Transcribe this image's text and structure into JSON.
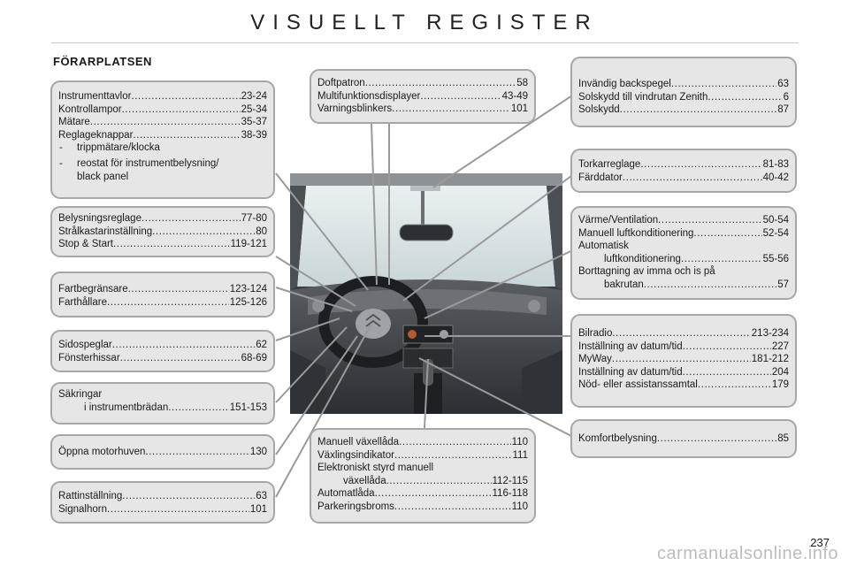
{
  "page": {
    "title": "VISUELLT REGISTER",
    "section": "FÖRARPLATSEN",
    "page_number": "237",
    "watermark": "carmanualsonline.info"
  },
  "boxes": {
    "instrument": {
      "rows": [
        {
          "label": "Instrumenttavlor",
          "page": "23-24"
        },
        {
          "label": "Kontrollampor",
          "page": "25-34"
        },
        {
          "label": "Mätare",
          "page": "35-37"
        },
        {
          "label": "Reglageknappar",
          "page": "38-39"
        }
      ],
      "bullets": [
        "trippmätare/klocka",
        "reostat för instrumentbelysning/",
        "black panel"
      ]
    },
    "lights": {
      "rows": [
        {
          "label": "Belysningsreglage",
          "page": "77-80"
        },
        {
          "label": "Strålkastarinställning",
          "page": "80"
        },
        {
          "label": "Stop & Start",
          "page": "119-121"
        }
      ]
    },
    "speed": {
      "rows": [
        {
          "label": "Fartbegränsare",
          "page": "123-124"
        },
        {
          "label": "Farthållare",
          "page": "125-126"
        }
      ]
    },
    "mirrors": {
      "rows": [
        {
          "label": "Sidospeglar",
          "page": "62"
        },
        {
          "label": "Fönsterhissar",
          "page": "68-69"
        }
      ]
    },
    "fuses": {
      "line1": "Säkringar",
      "label2": "i instrumentbrädan",
      "page2": "151-153"
    },
    "bonnet": {
      "rows": [
        {
          "label": "Öppna motorhuven",
          "page": "130"
        }
      ]
    },
    "steering": {
      "rows": [
        {
          "label": "Rattinställning",
          "page": "63"
        },
        {
          "label": "Signalhorn",
          "page": "101"
        }
      ]
    },
    "topcenter": {
      "rows": [
        {
          "label": "Doftpatron",
          "page": "58"
        },
        {
          "label": "Multifunktionsdisplayer",
          "page": "43-49"
        },
        {
          "label": "Varningsblinkers",
          "page": "101"
        }
      ]
    },
    "gearbox": {
      "rows": [
        {
          "label": "Manuell växellåda",
          "page": "110"
        },
        {
          "label": "Växlingsindikator",
          "page": "111"
        }
      ],
      "line3": "Elektroniskt styrd manuell",
      "label4": "växellåda",
      "page4": "112-115",
      "rows2": [
        {
          "label": "Automatlåda",
          "page": "116-118"
        },
        {
          "label": "Parkeringsbroms",
          "page": "110"
        }
      ]
    },
    "mirror_in": {
      "rows": [
        {
          "label": "Invändig backspegel",
          "page": "63"
        },
        {
          "label": "Solskydd till vindrutan Zenith",
          "page": "6"
        },
        {
          "label": "Solskydd",
          "page": "87"
        }
      ]
    },
    "wipers": {
      "rows": [
        {
          "label": "Torkarreglage",
          "page": "81-83"
        },
        {
          "label": "Färddator",
          "page": "40-42"
        }
      ]
    },
    "climate": {
      "rows": [
        {
          "label": "Värme/Ventilation",
          "page": "50-54"
        },
        {
          "label": "Manuell luftkonditionering",
          "page": "52-54"
        }
      ],
      "line3": "Automatisk",
      "label4": "luftkonditionering",
      "page4": "55-56",
      "line5": "Borttagning av imma och is på",
      "label6": "bakrutan",
      "page6": "57"
    },
    "radio": {
      "rows": [
        {
          "label": "Bilradio",
          "page": "213-234"
        },
        {
          "label": "Inställning av datum/tid",
          "page": "227"
        },
        {
          "label": "MyWay",
          "page": "181-212"
        },
        {
          "label": "Inställning av datum/tid",
          "page": "204"
        },
        {
          "label": "Nöd- eller assistanssamtal",
          "page": "179"
        }
      ]
    },
    "comfort": {
      "rows": [
        {
          "label": "Komfortbelysning",
          "page": "85"
        }
      ]
    }
  }
}
